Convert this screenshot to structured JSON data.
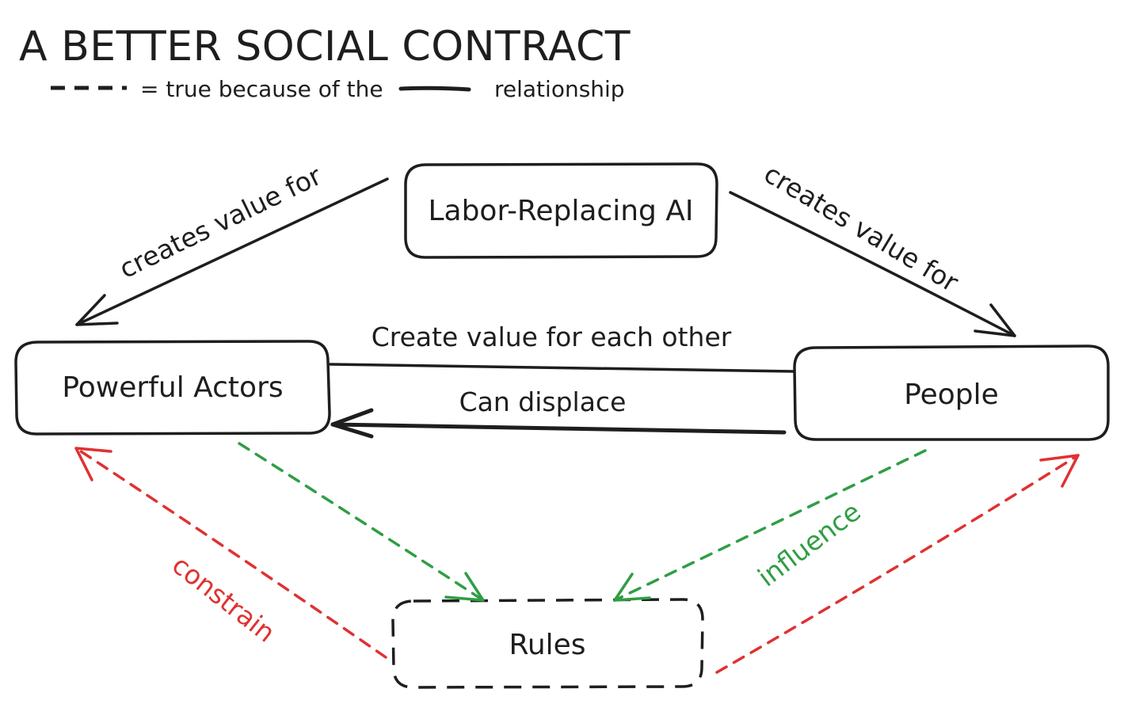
{
  "title": "A BETTER SOCIAL CONTRACT",
  "legend": {
    "text_before": "= true because of the",
    "text_after": "relationship"
  },
  "nodes": {
    "ai": "Labor-Replacing AI",
    "actors": "Powerful Actors",
    "people": "People",
    "rules": "Rules"
  },
  "edges": {
    "ai_to_actors": "creates value for",
    "ai_to_people": "creates value for",
    "mutual": "Create value for each other",
    "displace": "Can displace",
    "constrain": "constrain",
    "influence": "influence"
  },
  "colors": {
    "ink": "#1e1e1e",
    "green": "#2f9e44",
    "red": "#e03131"
  }
}
